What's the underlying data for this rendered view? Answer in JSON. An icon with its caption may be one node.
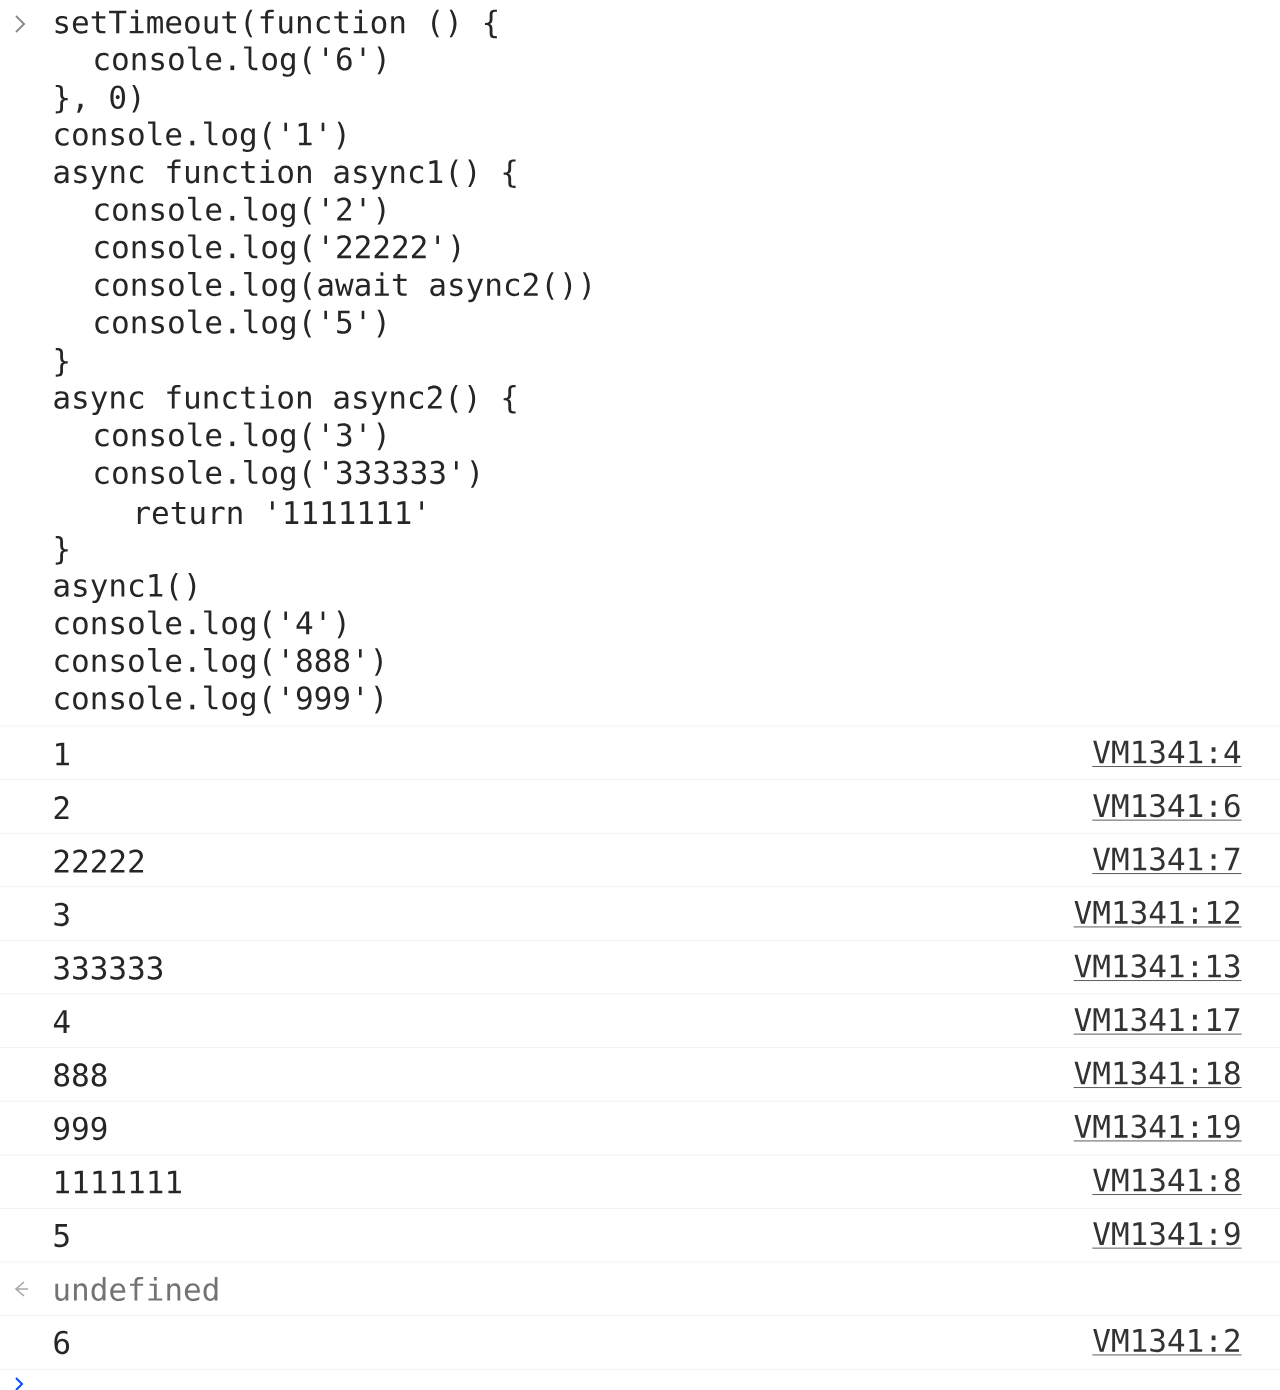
{
  "diagram": {
    "labels": [
      "setTimeout(function () {",
      "console.log('6')",
      "}, 0)",
      "console.log('1')",
      "async function async1() {",
      "console.log('2')",
      "console.log('22222')",
      "console.log(await async2())",
      "console.log('5')",
      "}",
      "async function async2() {",
      "console.log('3')",
      "console.log('333333')",
      "return '1111111'",
      "}",
      "async1()",
      "console.log('4')",
      "console.log('888')",
      "console.log('999')",
      "1",
      "VM1341:4",
      "2",
      "VM1341:6",
      "22222",
      "VM1341:7",
      "3",
      "VM1341:12",
      "333333",
      "VM1341:13",
      "4",
      "VM1341:17",
      "888",
      "VM1341:18",
      "999",
      "VM1341:19",
      "1111111",
      "VM1341:8",
      "5",
      "VM1341:9",
      "undefined",
      "6",
      "VM1341:2"
    ]
  }
}
